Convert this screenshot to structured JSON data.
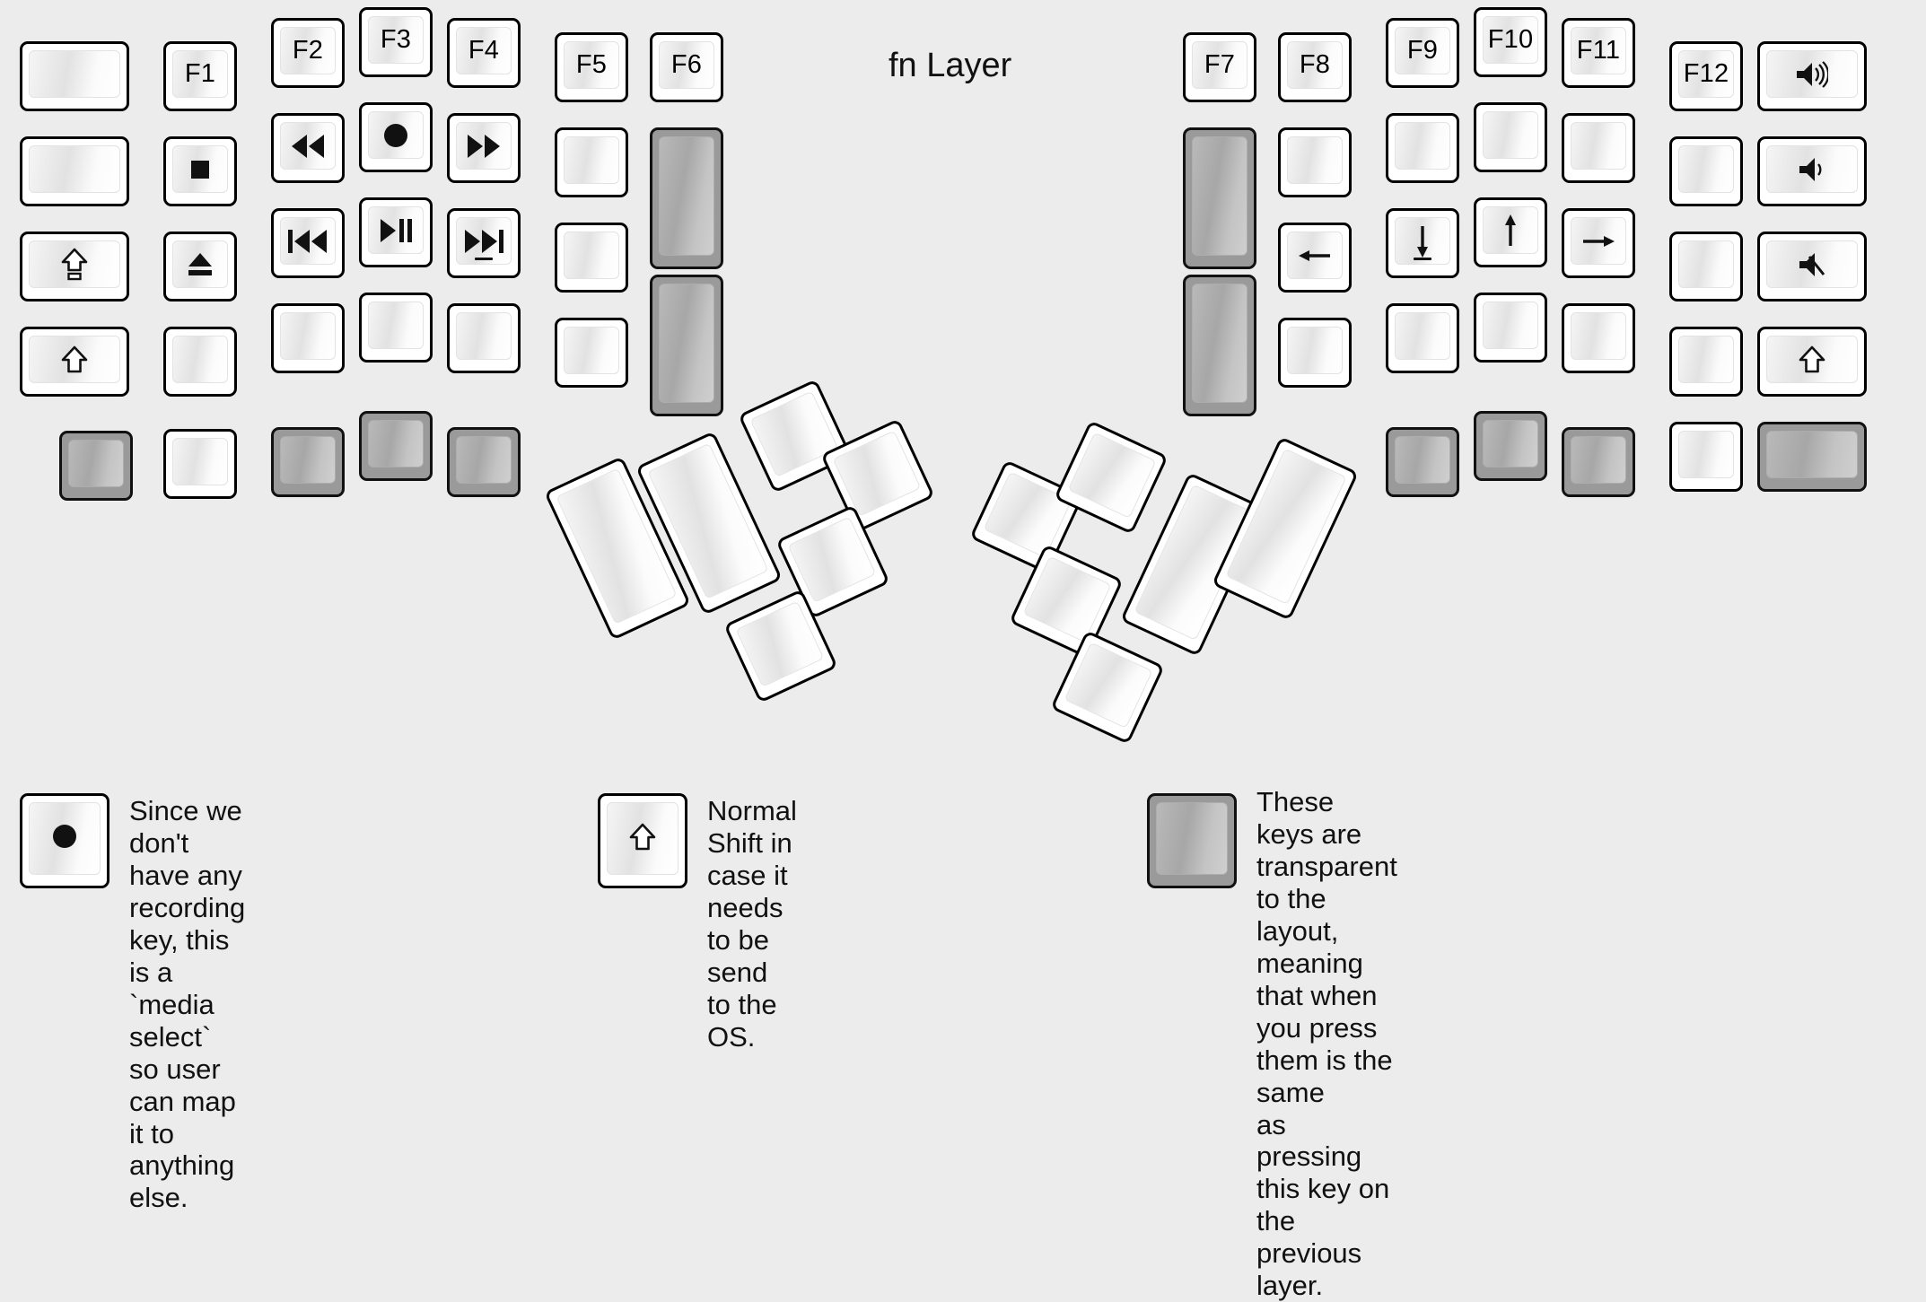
{
  "title": "fn Layer",
  "colors": {
    "background": "#ececec",
    "key_fill": "#ffffff",
    "key_outline": "#000000",
    "transparent_key_fill": "#9a9a9a",
    "label_color": "#000000"
  },
  "legend": [
    {
      "key_glyph": "record-circle-icon",
      "key_style": "normal",
      "text": "Since we don't have any recording\nkey, this is a `media select` so user\ncan map it to anything else."
    },
    {
      "key_glyph": "shift-arrow-icon",
      "key_style": "normal",
      "text": "Normal Shift in case it needs\nto be send to the OS."
    },
    {
      "key_glyph": "",
      "key_style": "transparent",
      "text": "These keys are transparent to the layout,\nmeaning that when you press them is the same\nas pressing this key on the previous layer."
    }
  ],
  "left_half": {
    "columns": [
      {
        "name": "col-pinky-outer",
        "keys": [
          {
            "label": "",
            "icon": "",
            "style": "normal"
          },
          {
            "label": "",
            "icon": "",
            "style": "normal"
          },
          {
            "label": "",
            "icon": "caps-lock-arrow-icon",
            "style": "normal"
          },
          {
            "label": "",
            "icon": "shift-arrow-icon",
            "style": "normal"
          }
        ]
      },
      {
        "name": "col-pinky",
        "keys": [
          {
            "label": "F1",
            "icon": "",
            "style": "normal"
          },
          {
            "label": "",
            "icon": "stop-icon",
            "style": "normal"
          },
          {
            "label": "",
            "icon": "eject-icon",
            "style": "normal"
          },
          {
            "label": "",
            "icon": "",
            "style": "normal"
          }
        ]
      },
      {
        "name": "col-ring",
        "keys": [
          {
            "label": "F2",
            "icon": "",
            "style": "normal"
          },
          {
            "label": "",
            "icon": "rewind-icon",
            "style": "normal"
          },
          {
            "label": "",
            "icon": "prev-track-icon",
            "style": "normal"
          },
          {
            "label": "",
            "icon": "",
            "style": "normal"
          }
        ]
      },
      {
        "name": "col-middle",
        "keys": [
          {
            "label": "F3",
            "icon": "",
            "style": "normal"
          },
          {
            "label": "",
            "icon": "record-circle-icon",
            "style": "normal"
          },
          {
            "label": "",
            "icon": "play-pause-icon",
            "style": "normal"
          },
          {
            "label": "",
            "icon": "",
            "style": "normal"
          }
        ]
      },
      {
        "name": "col-index",
        "keys": [
          {
            "label": "F4",
            "icon": "",
            "style": "normal"
          },
          {
            "label": "",
            "icon": "fast-forward-icon",
            "style": "normal"
          },
          {
            "label": "",
            "icon": "next-track-icon",
            "style": "normal",
            "underline": true
          },
          {
            "label": "",
            "icon": "",
            "style": "normal"
          }
        ]
      },
      {
        "name": "col-inner",
        "keys": [
          {
            "label": "F5",
            "icon": "",
            "style": "normal"
          },
          {
            "label": "",
            "icon": "",
            "style": "normal"
          },
          {
            "label": "",
            "icon": "",
            "style": "normal"
          },
          {
            "label": "",
            "icon": "",
            "style": "normal"
          }
        ]
      },
      {
        "name": "col-innermost",
        "keys": [
          {
            "label": "F6",
            "icon": "",
            "style": "normal"
          },
          {
            "label": "",
            "icon": "",
            "style": "transparent"
          },
          {
            "label": "",
            "icon": "",
            "style": "transparent"
          }
        ]
      }
    ],
    "bottom_row": [
      {
        "name": "bottom-pinky-outer",
        "style": "transparent"
      },
      {
        "name": "bottom-pinky",
        "style": "normal"
      },
      {
        "name": "bottom-ring",
        "style": "transparent"
      },
      {
        "name": "bottom-middle",
        "style": "transparent"
      },
      {
        "name": "bottom-index",
        "style": "transparent"
      }
    ],
    "thumb_cluster": [
      {
        "name": "thumb-big-1",
        "style": "normal",
        "size": "2u"
      },
      {
        "name": "thumb-big-2",
        "style": "normal",
        "size": "2u"
      },
      {
        "name": "thumb-small-1",
        "style": "normal",
        "size": "1u"
      },
      {
        "name": "thumb-small-2",
        "style": "normal",
        "size": "1u"
      },
      {
        "name": "thumb-small-3",
        "style": "normal",
        "size": "1u"
      },
      {
        "name": "thumb-small-4",
        "style": "normal",
        "size": "1u"
      }
    ]
  },
  "right_half": {
    "columns": [
      {
        "name": "col-innermost",
        "keys": [
          {
            "label": "F7",
            "icon": "",
            "style": "normal"
          },
          {
            "label": "",
            "icon": "",
            "style": "transparent"
          },
          {
            "label": "",
            "icon": "",
            "style": "transparent"
          }
        ]
      },
      {
        "name": "col-inner",
        "keys": [
          {
            "label": "F8",
            "icon": "",
            "style": "normal"
          },
          {
            "label": "",
            "icon": "",
            "style": "normal"
          },
          {
            "label": "",
            "icon": "arrow-left-icon",
            "style": "normal"
          },
          {
            "label": "",
            "icon": "",
            "style": "normal"
          }
        ]
      },
      {
        "name": "col-index",
        "keys": [
          {
            "label": "F9",
            "icon": "",
            "style": "normal"
          },
          {
            "label": "",
            "icon": "",
            "style": "normal"
          },
          {
            "label": "",
            "icon": "arrow-down-icon",
            "style": "normal",
            "underline": true
          },
          {
            "label": "",
            "icon": "",
            "style": "normal"
          }
        ]
      },
      {
        "name": "col-middle",
        "keys": [
          {
            "label": "F10",
            "icon": "",
            "style": "normal"
          },
          {
            "label": "",
            "icon": "",
            "style": "normal"
          },
          {
            "label": "",
            "icon": "arrow-up-icon",
            "style": "normal"
          },
          {
            "label": "",
            "icon": "",
            "style": "normal"
          }
        ]
      },
      {
        "name": "col-ring",
        "keys": [
          {
            "label": "F11",
            "icon": "",
            "style": "normal"
          },
          {
            "label": "",
            "icon": "",
            "style": "normal"
          },
          {
            "label": "",
            "icon": "arrow-right-icon",
            "style": "normal"
          },
          {
            "label": "",
            "icon": "",
            "style": "normal"
          }
        ]
      },
      {
        "name": "col-pinky",
        "keys": [
          {
            "label": "F12",
            "icon": "",
            "style": "normal"
          },
          {
            "label": "",
            "icon": "",
            "style": "normal"
          },
          {
            "label": "",
            "icon": "",
            "style": "normal"
          },
          {
            "label": "",
            "icon": "",
            "style": "normal"
          },
          {
            "label": "",
            "icon": "",
            "style": "normal"
          }
        ]
      },
      {
        "name": "col-pinky-outer",
        "keys": [
          {
            "label": "",
            "icon": "volume-up-icon",
            "style": "normal"
          },
          {
            "label": "",
            "icon": "volume-down-icon",
            "style": "normal"
          },
          {
            "label": "",
            "icon": "volume-mute-icon",
            "style": "normal"
          },
          {
            "label": "",
            "icon": "shift-arrow-icon",
            "style": "normal"
          },
          {
            "label": "",
            "icon": "",
            "style": "transparent"
          }
        ]
      }
    ],
    "bottom_row": [
      {
        "name": "bottom-index",
        "style": "transparent"
      },
      {
        "name": "bottom-middle",
        "style": "transparent"
      },
      {
        "name": "bottom-ring",
        "style": "transparent"
      }
    ],
    "thumb_cluster": [
      {
        "name": "thumb-small-1",
        "style": "normal",
        "size": "1u"
      },
      {
        "name": "thumb-small-2",
        "style": "normal",
        "size": "1u"
      },
      {
        "name": "thumb-small-3",
        "style": "normal",
        "size": "1u"
      },
      {
        "name": "thumb-small-4",
        "style": "normal",
        "size": "1u"
      },
      {
        "name": "thumb-big-1",
        "style": "normal",
        "size": "2u"
      },
      {
        "name": "thumb-big-2",
        "style": "normal",
        "size": "2u"
      }
    ]
  }
}
